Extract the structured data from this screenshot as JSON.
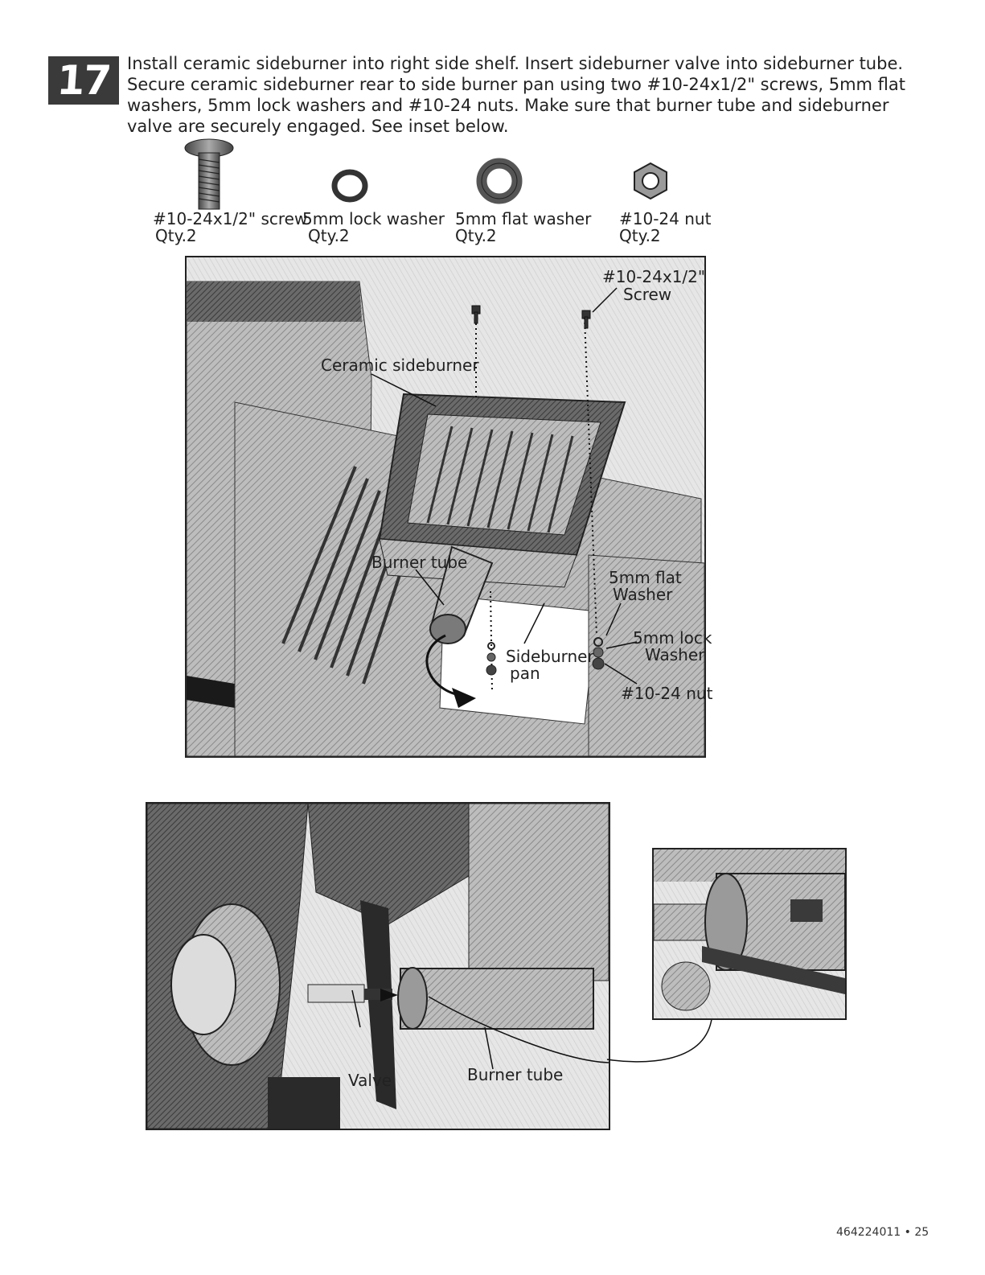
{
  "step": {
    "number": "17"
  },
  "instruction": "Install ceramic sideburner into right side shelf. Insert sideburner valve into sideburner tube. Secure ceramic sideburner rear to side burner pan using two #10-24x1/2\" screws, 5mm flat washers, 5mm lock washers and #10-24 nuts. Make sure that burner tube and sideburner valve are securely engaged. See inset below.",
  "parts": [
    {
      "name": "#10-24x1/2\" screw",
      "qty": "Qty.2",
      "icon": "screw-icon"
    },
    {
      "name": "5mm lock washer",
      "qty": "Qty.2",
      "icon": "lock-washer-icon"
    },
    {
      "name": "5mm flat washer",
      "qty": "Qty.2",
      "icon": "flat-washer-icon"
    },
    {
      "name": "#10-24 nut",
      "qty": "Qty.2",
      "icon": "nut-icon"
    }
  ],
  "main_figure": {
    "labels": {
      "screw_line1": "#10-24x1/2\"",
      "screw_line2": "Screw",
      "ceramic_sideburner": "Ceramic sideburner",
      "burner_tube": "Burner tube",
      "flat_washer_line1": "5mm flat",
      "flat_washer_line2": "Washer",
      "lock_washer_line1": "5mm lock",
      "lock_washer_line2": "Washer",
      "nut": "#10-24 nut",
      "pan_line1": "Sideburner",
      "pan_line2": "pan"
    }
  },
  "valve_figure": {
    "labels": {
      "valve": "Valve",
      "burner_tube": "Burner tube"
    }
  },
  "colors": {
    "badge": "#3a3a3a",
    "line": "#222222"
  },
  "footer": {
    "page": "464224011 • 25"
  }
}
